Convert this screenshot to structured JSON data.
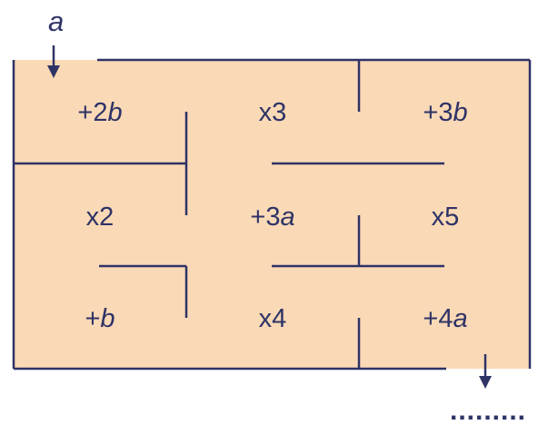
{
  "colors": {
    "fill": "#fad9b6",
    "line": "#2e3366",
    "text": "#2e3366"
  },
  "entry": {
    "label": "a"
  },
  "exit": {
    "label": "........."
  },
  "cells": [
    {
      "op": "+2",
      "var": "b"
    },
    {
      "op": "x3",
      "var": ""
    },
    {
      "op": "+3",
      "var": "b"
    },
    {
      "op": "x2",
      "var": ""
    },
    {
      "op": "+3",
      "var": "a"
    },
    {
      "op": "x5",
      "var": ""
    },
    {
      "op": "+",
      "var": "b"
    },
    {
      "op": "x4",
      "var": ""
    },
    {
      "op": "+4",
      "var": "a"
    }
  ]
}
